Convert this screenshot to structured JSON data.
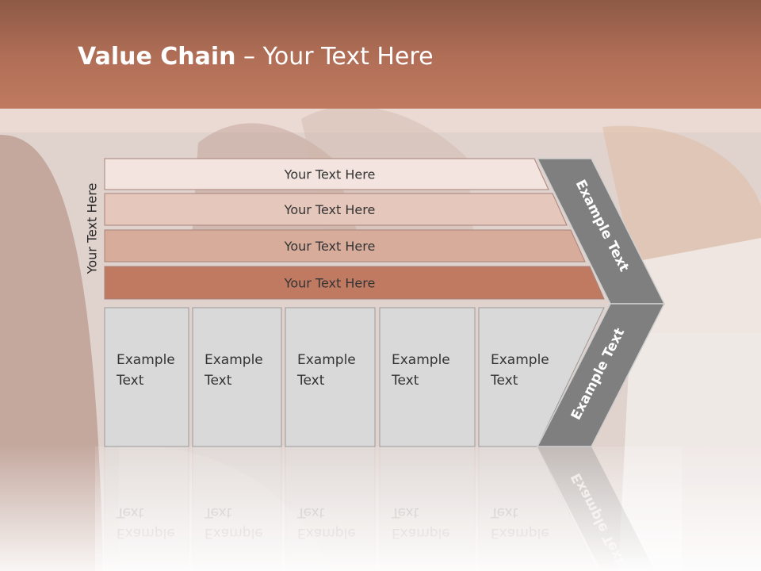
{
  "slide": {
    "title_bold": "Value Chain",
    "title_rest": " – Your Text Here",
    "side_label": "Your Text Here"
  },
  "bands": [
    {
      "label": "Your Text Here",
      "fill": "#f3e4df"
    },
    {
      "label": "Your Text Here",
      "fill": "#e6c7bb"
    },
    {
      "label": "Your Text Here",
      "fill": "#d8ac9b"
    },
    {
      "label": "Your Text Here",
      "fill": "#c17a62"
    }
  ],
  "boxes": [
    {
      "line1": "Example",
      "line2": "Text"
    },
    {
      "line1": "Example",
      "line2": "Text"
    },
    {
      "line1": "Example",
      "line2": "Text"
    },
    {
      "line1": "Example",
      "line2": "Text"
    },
    {
      "line1": "Example",
      "line2": "Text"
    }
  ],
  "chevron": {
    "upper_label": "Example Text",
    "lower_label": "Example Text",
    "fill": "#7f7f7f"
  },
  "colors": {
    "accent": "#b26f57",
    "box_fill": "#d9d9d9"
  }
}
